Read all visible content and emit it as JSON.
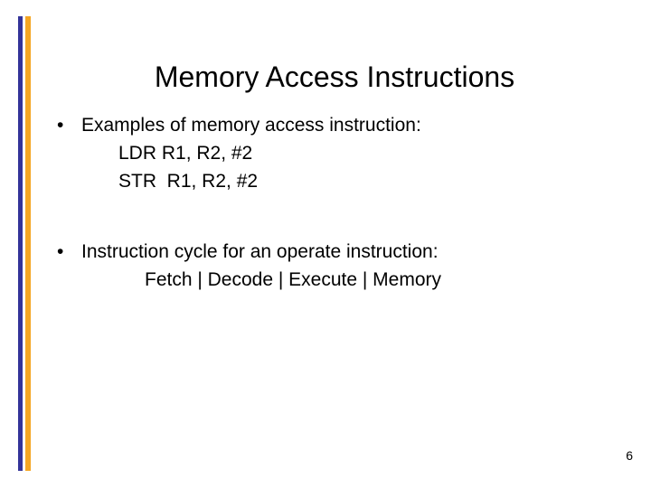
{
  "slide": {
    "title": "Memory Access Instructions",
    "page_number": "6",
    "accent_colors": {
      "blue_bar": "#333399",
      "orange_bar": "#F5A623",
      "background": "#FFFFFF",
      "text": "#000000"
    },
    "bullet_glyph": "•",
    "content": {
      "bullet_one": {
        "text": "Examples of memory access instruction:",
        "sub_lines": [
          "LDR R1, R2, #2",
          "STR  R1, R2, #2"
        ]
      },
      "bullet_two": {
        "text": "Instruction cycle for an operate instruction:",
        "sub_lines": [
          "Fetch | Decode | Execute | Memory"
        ]
      }
    }
  }
}
